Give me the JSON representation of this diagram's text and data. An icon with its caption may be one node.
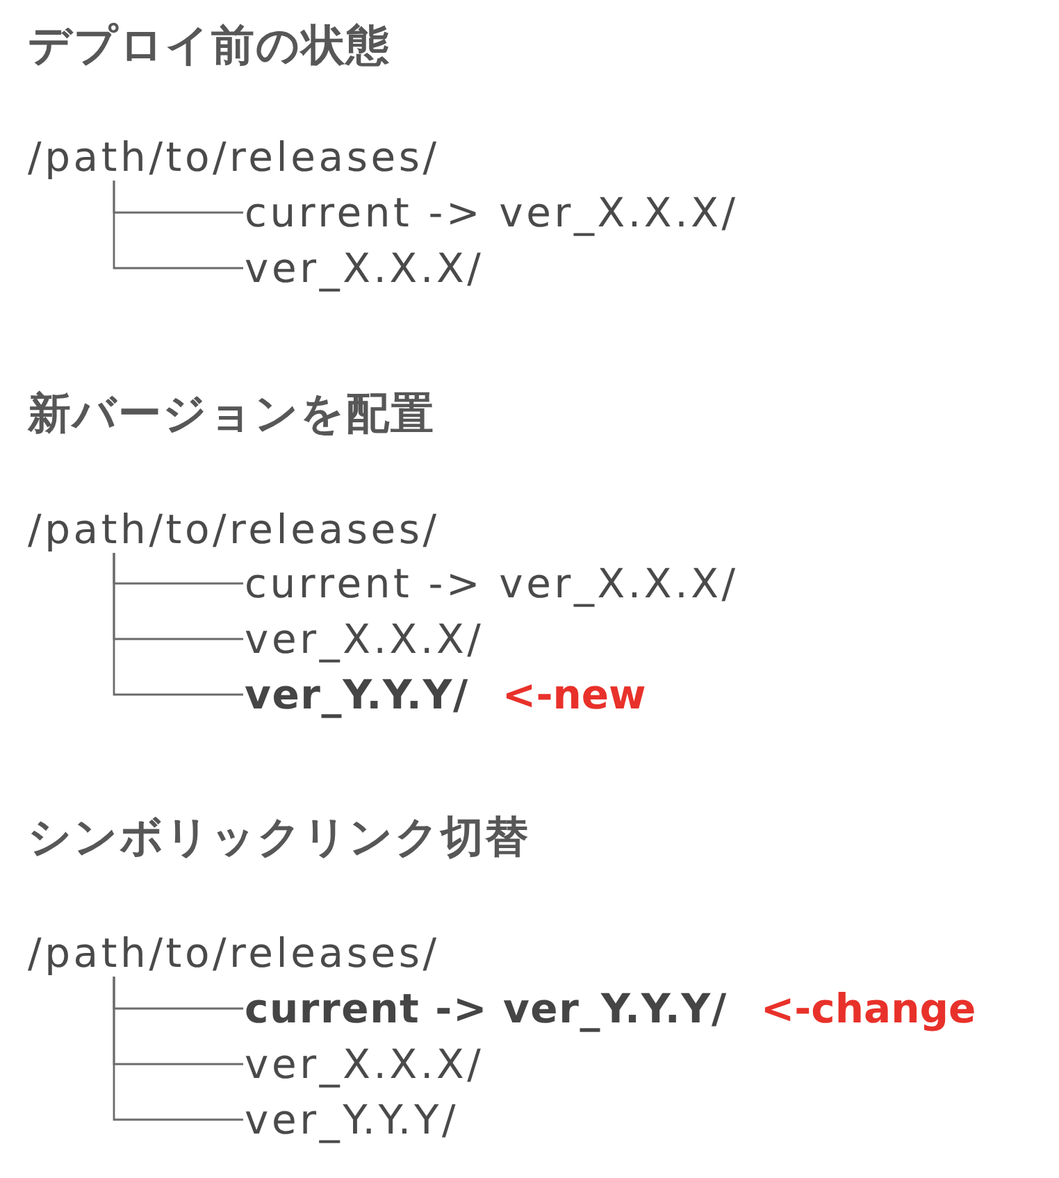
{
  "diagram": {
    "nodes": [
      {
        "text": [
          "/path/to/releases/"
        ]
      },
      {
        "text": [
          "current -> ver_X.X.X/"
        ]
      },
      {
        "text": [
          "ver_X.X.X/"
        ]
      },
      {
        "text": [
          "/path/to/releases/"
        ]
      },
      {
        "text": [
          "current -> ver_X.X.X/"
        ]
      },
      {
        "text": [
          "ver_X.X.X/"
        ]
      },
      {
        "text": [
          "ver_Y.Y.Y/"
        ],
        "beside": [
          "<-new"
        ]
      },
      {
        "text": [
          "/path/to/releases/"
        ]
      },
      {
        "text": [
          "current -> ver_Y.Y.Y/"
        ],
        "beside": [
          "<-change"
        ]
      },
      {
        "text": [
          "ver_X.X.X/"
        ]
      },
      {
        "text": [
          "ver_Y.Y.Y/"
        ]
      }
    ],
    "edges": [
      {
        "from": 0,
        "to": 1,
        "arrow": "none"
      },
      {
        "from": 0,
        "to": 2,
        "arrow": "none"
      },
      {
        "from": 3,
        "to": 4,
        "arrow": "none"
      },
      {
        "from": 3,
        "to": 5,
        "arrow": "none"
      },
      {
        "from": 3,
        "to": 6,
        "arrow": "none"
      },
      {
        "from": 7,
        "to": 8,
        "arrow": "none"
      },
      {
        "from": 7,
        "to": 9,
        "arrow": "none"
      },
      {
        "from": 7,
        "to": 10,
        "arrow": "none"
      }
    ],
    "labels": [
      "デプロイ前の状態",
      "新バージョンを配置",
      "シンボリックリンク切替"
    ]
  }
}
